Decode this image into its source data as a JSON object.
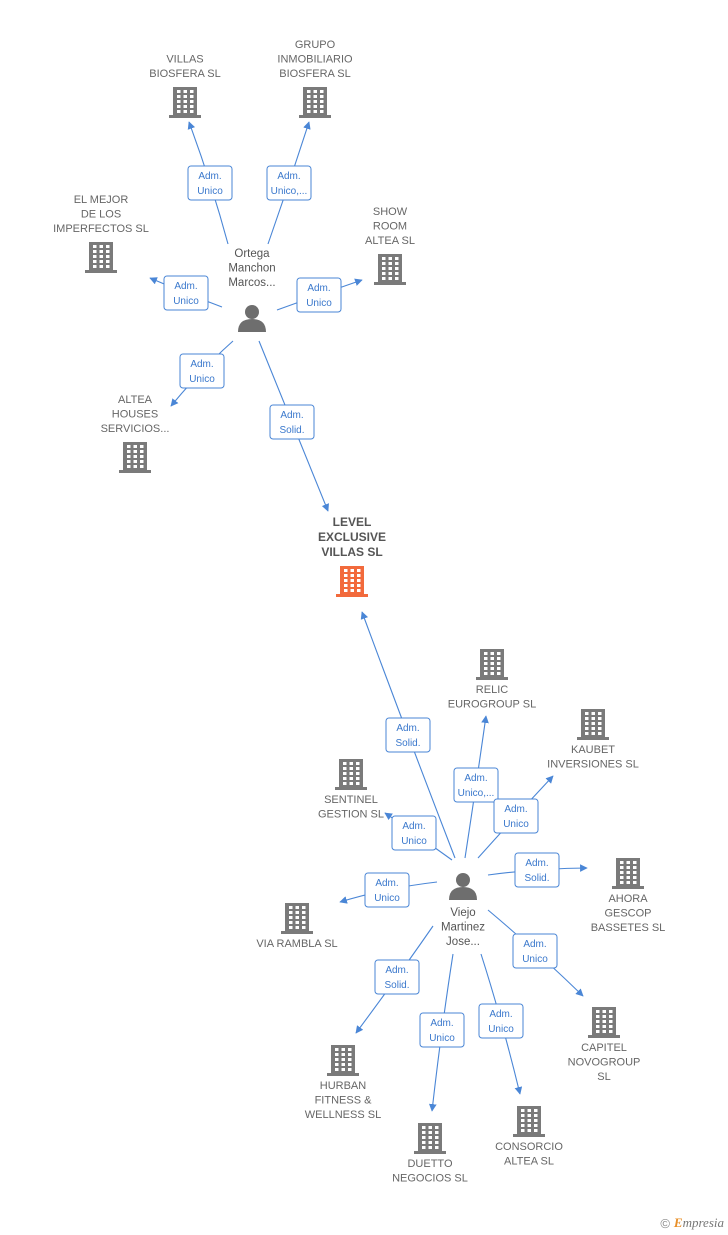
{
  "colors": {
    "company": "#7a7a7a",
    "focus_company": "#f26a3c",
    "person": "#6e6e6e",
    "edge": "#4a86d6"
  },
  "footer": {
    "copyright": "©",
    "brand_initial": "E",
    "brand_rest": "mpresia"
  },
  "nodes": [
    {
      "id": "villas_biosfera",
      "type": "company",
      "lines": [
        "VILLAS",
        "BIOSFERA SL"
      ]
    },
    {
      "id": "grupo_inmobiliario",
      "type": "company",
      "lines": [
        "GRUPO",
        "INMOBILIARIO",
        "BIOSFERA SL"
      ]
    },
    {
      "id": "el_mejor",
      "type": "company",
      "lines": [
        "EL MEJOR",
        "DE LOS",
        "IMPERFECTOS SL"
      ]
    },
    {
      "id": "show_room",
      "type": "company",
      "lines": [
        "SHOW",
        "ROOM",
        "ALTEA  SL"
      ]
    },
    {
      "id": "altea_houses",
      "type": "company",
      "lines": [
        "ALTEA",
        "HOUSES",
        "SERVICIOS..."
      ]
    },
    {
      "id": "ortega",
      "type": "person",
      "lines": [
        "Ortega",
        "Manchon",
        "Marcos..."
      ]
    },
    {
      "id": "level_exclusive",
      "type": "focus",
      "lines": [
        "LEVEL",
        "EXCLUSIVE",
        "VILLAS  SL"
      ]
    },
    {
      "id": "relic",
      "type": "company",
      "lines": [
        "RELIC",
        "EUROGROUP SL"
      ]
    },
    {
      "id": "kaubet",
      "type": "company",
      "lines": [
        "KAUBET",
        "INVERSIONES SL"
      ]
    },
    {
      "id": "sentinel",
      "type": "company",
      "lines": [
        "SENTINEL",
        "GESTION  SL"
      ]
    },
    {
      "id": "ahora_gescop",
      "type": "company",
      "lines": [
        "AHORA",
        "GESCOP",
        "BASSETES  SL"
      ]
    },
    {
      "id": "via_rambla",
      "type": "company",
      "lines": [
        "VIA RAMBLA SL"
      ]
    },
    {
      "id": "viejo",
      "type": "person",
      "lines": [
        "Viejo",
        "Martinez",
        "Jose..."
      ]
    },
    {
      "id": "capitel",
      "type": "company",
      "lines": [
        "CAPITEL",
        "NOVOGROUP",
        "SL"
      ]
    },
    {
      "id": "hurban",
      "type": "company",
      "lines": [
        "HURBAN",
        "FITNESS &",
        "WELLNESS SL"
      ]
    },
    {
      "id": "consorcio",
      "type": "company",
      "lines": [
        "CONSORCIO",
        "ALTEA  SL"
      ]
    },
    {
      "id": "duetto",
      "type": "company",
      "lines": [
        "DUETTO",
        "NEGOCIOS  SL"
      ]
    }
  ],
  "edges": [
    {
      "from": "ortega",
      "to": "villas_biosfera",
      "label": [
        "Adm.",
        "Unico"
      ]
    },
    {
      "from": "ortega",
      "to": "grupo_inmobiliario",
      "label": [
        "Adm.",
        "Unico,..."
      ]
    },
    {
      "from": "ortega",
      "to": "el_mejor",
      "label": [
        "Adm.",
        "Unico"
      ]
    },
    {
      "from": "ortega",
      "to": "show_room",
      "label": [
        "Adm.",
        "Unico"
      ]
    },
    {
      "from": "ortega",
      "to": "altea_houses",
      "label": [
        "Adm.",
        "Unico"
      ]
    },
    {
      "from": "ortega",
      "to": "level_exclusive",
      "label": [
        "Adm.",
        "Solid."
      ]
    },
    {
      "from": "viejo",
      "to": "level_exclusive",
      "label": [
        "Adm.",
        "Solid."
      ]
    },
    {
      "from": "viejo",
      "to": "relic",
      "label": [
        "Adm.",
        "Unico,..."
      ]
    },
    {
      "from": "viejo",
      "to": "kaubet",
      "label": [
        "Adm.",
        "Unico"
      ]
    },
    {
      "from": "viejo",
      "to": "sentinel",
      "label": [
        "Adm.",
        "Unico"
      ]
    },
    {
      "from": "viejo",
      "to": "ahora_gescop",
      "label": [
        "Adm.",
        "Solid."
      ]
    },
    {
      "from": "viejo",
      "to": "via_rambla",
      "label": [
        "Adm.",
        "Unico"
      ]
    },
    {
      "from": "viejo",
      "to": "capitel",
      "label": [
        "Adm.",
        "Unico"
      ]
    },
    {
      "from": "viejo",
      "to": "hurban",
      "label": [
        "Adm.",
        "Solid."
      ]
    },
    {
      "from": "viejo",
      "to": "duetto",
      "label": [
        "Adm.",
        "Unico"
      ]
    },
    {
      "from": "viejo",
      "to": "consorcio",
      "label": [
        "Adm.",
        "Unico"
      ]
    }
  ]
}
